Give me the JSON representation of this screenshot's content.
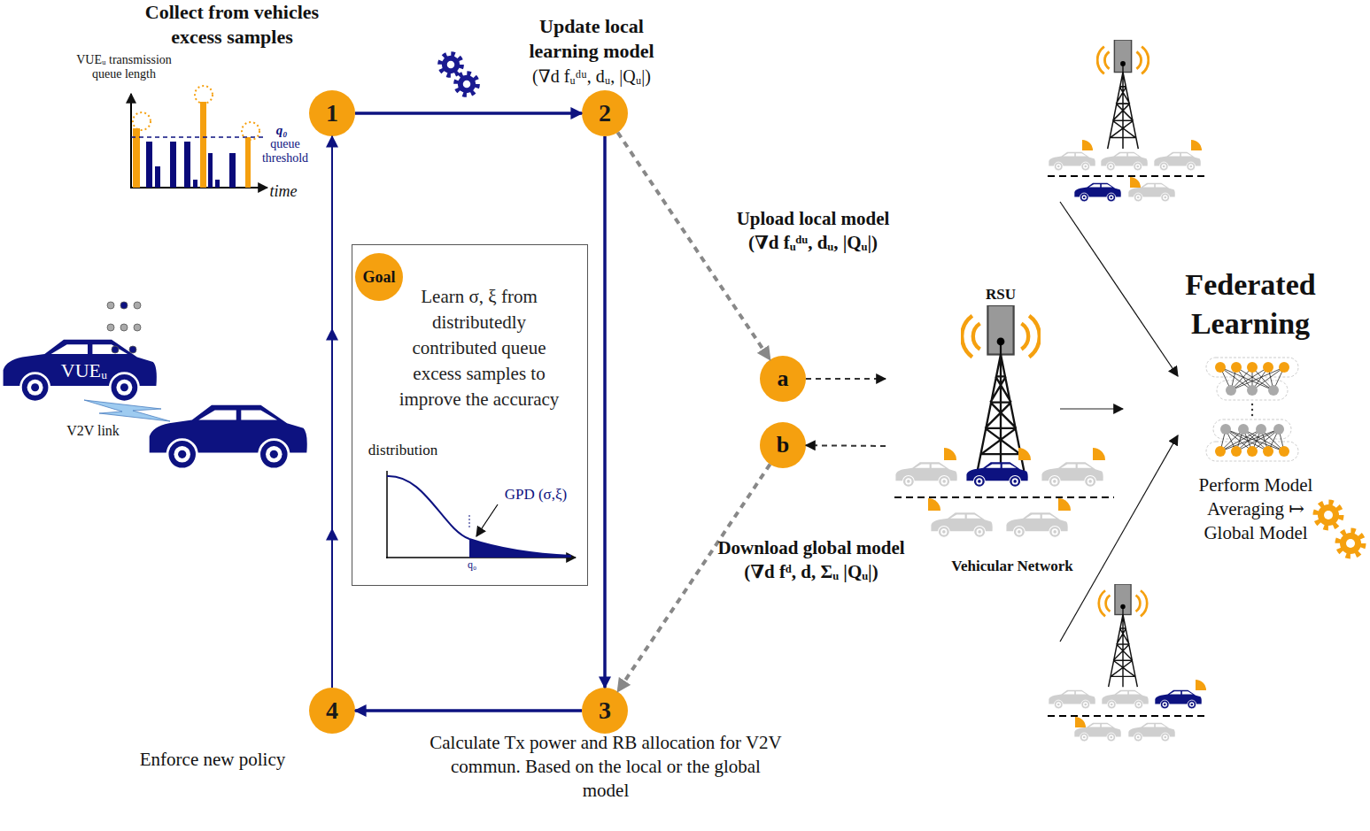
{
  "diagram": {
    "nodes": [
      {
        "text": [
          "1",
          "Collect from vehicles excess samples"
        ]
      },
      {
        "text": [
          "2",
          "Update local learning model",
          "(∇d fᵤᵈᵘ, dᵤ, |Qᵤ|)"
        ]
      },
      {
        "text": [
          "3",
          "Calculate Tx power and RB allocation for V2V commun. Based on the local or the global model"
        ]
      },
      {
        "text": [
          "4",
          "Enforce new policy"
        ]
      },
      {
        "text": [
          "Learn σ, ξ from distributedly contributed queue excess samples to improve the accuracy"
        ]
      },
      {
        "text": [
          "Goal"
        ],
        "in": 4
      },
      {
        "text": [
          "a"
        ]
      },
      {
        "text": [
          "b"
        ]
      },
      {
        "text": [
          "RSU",
          "Vehicular Network"
        ]
      },
      {
        "text": [
          "Federated Learning",
          "Perform Model Averaging ↦ Global Model"
        ]
      }
    ],
    "edges": [
      {
        "from": 0,
        "to": 1,
        "arrow": "to"
      },
      {
        "from": 1,
        "to": 2,
        "arrow": "to"
      },
      {
        "from": 2,
        "to": 3,
        "arrow": "to"
      },
      {
        "from": 3,
        "to": 0,
        "arrow": "to"
      },
      {
        "from": 1,
        "to": 6,
        "arrow": "to",
        "label": "Upload local model (∇d fᵤᵈᵘ, dᵤ, |Qᵤ|)"
      },
      {
        "from": 6,
        "to": 8,
        "arrow": "to"
      },
      {
        "from": 8,
        "to": 7,
        "arrow": "to"
      },
      {
        "from": 7,
        "to": 2,
        "arrow": "to",
        "label": "Download global model (∇d fᵈ, d, Σᵤ |Qᵤ|)"
      },
      {
        "from": 8,
        "to": 9,
        "arrow": "to"
      }
    ],
    "labels": [
      "VUEᵤ transmission queue length",
      "q₀",
      "queue threshold",
      "time",
      "VUEᵤ",
      "V2V link",
      "distribution",
      "GPD (σ,ξ)",
      "q₀"
    ]
  }
}
